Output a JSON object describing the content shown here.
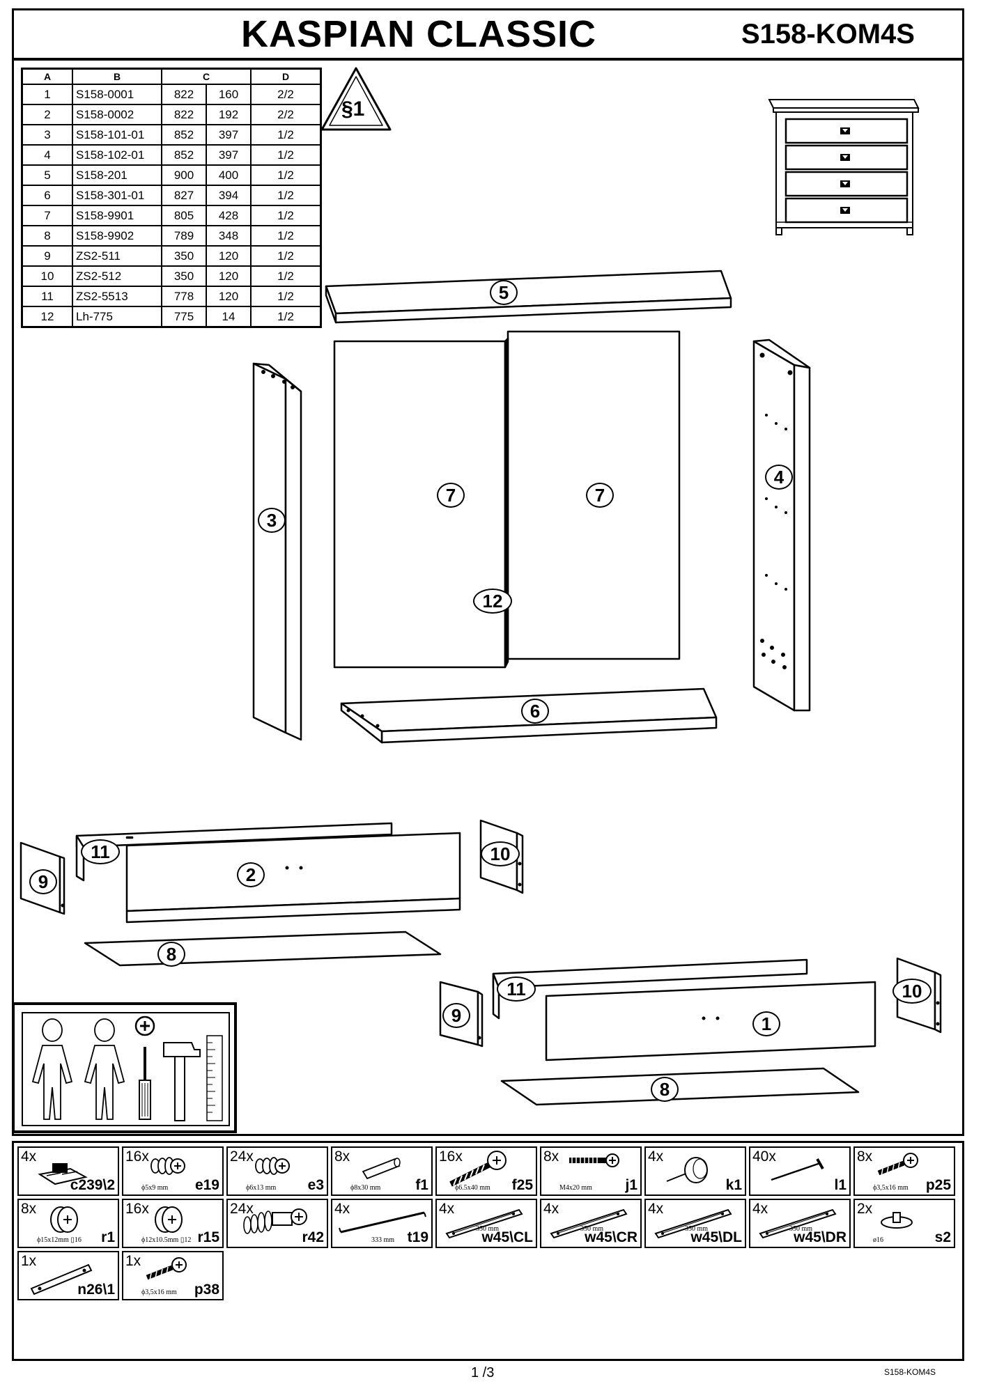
{
  "header": {
    "title": "KASPIAN CLASSIC",
    "code": "S158-KOM4S"
  },
  "parts_table": {
    "headers": [
      "A",
      "B",
      "C",
      "D"
    ],
    "rows": [
      {
        "a": "1",
        "b": "S158-0001",
        "c1": "822",
        "c2": "160",
        "d": "2/2"
      },
      {
        "a": "2",
        "b": "S158-0002",
        "c1": "822",
        "c2": "192",
        "d": "2/2"
      },
      {
        "a": "3",
        "b": "S158-101-01",
        "c1": "852",
        "c2": "397",
        "d": "1/2"
      },
      {
        "a": "4",
        "b": "S158-102-01",
        "c1": "852",
        "c2": "397",
        "d": "1/2"
      },
      {
        "a": "5",
        "b": "S158-201",
        "c1": "900",
        "c2": "400",
        "d": "1/2"
      },
      {
        "a": "6",
        "b": "S158-301-01",
        "c1": "827",
        "c2": "394",
        "d": "1/2"
      },
      {
        "a": "7",
        "b": "S158-9901",
        "c1": "805",
        "c2": "428",
        "d": "1/2"
      },
      {
        "a": "8",
        "b": "S158-9902",
        "c1": "789",
        "c2": "348",
        "d": "1/2"
      },
      {
        "a": "9",
        "b": "ZS2-511",
        "c1": "350",
        "c2": "120",
        "d": "1/2"
      },
      {
        "a": "10",
        "b": "ZS2-512",
        "c1": "350",
        "c2": "120",
        "d": "1/2"
      },
      {
        "a": "11",
        "b": "ZS2-5513",
        "c1": "778",
        "c2": "120",
        "d": "1/2"
      },
      {
        "a": "12",
        "b": "Lh-775",
        "c1": "775",
        "c2": "14",
        "d": "1/2"
      }
    ]
  },
  "warning_symbol": "§1",
  "callouts": {
    "p5": "5",
    "p3": "3",
    "p7a": "7",
    "p7b": "7",
    "p4": "4",
    "p12": "12",
    "p6": "6",
    "d1_11": "11",
    "d1_9": "9",
    "d1_2": "2",
    "d1_10": "10",
    "d1_8": "8",
    "d2_11": "11",
    "d2_9": "9",
    "d2_1": "1",
    "d2_10": "10",
    "d2_8": "8"
  },
  "tools_box": {
    "icons": [
      "person-icon",
      "person-icon",
      "screwdriver-phillips-icon",
      "hammer-icon",
      "ruler-icon"
    ]
  },
  "hardware": [
    {
      "qty": "4x",
      "code": "c239\\2",
      "spec": "",
      "icon": "cam-plate-icon"
    },
    {
      "qty": "16x",
      "code": "e19",
      "spec": "ϕ5x9 mm",
      "icon": "dowel-anchor-icon"
    },
    {
      "qty": "24x",
      "code": "e3",
      "spec": "ϕ6x13 mm",
      "icon": "dowel-anchor-icon"
    },
    {
      "qty": "8x",
      "code": "f1",
      "spec": "ϕ8x30 mm",
      "icon": "wood-dowel-icon"
    },
    {
      "qty": "16x",
      "code": "f25",
      "spec": "ϕ6.5x40 mm",
      "icon": "confirmat-bolt-icon"
    },
    {
      "qty": "8x",
      "code": "j1",
      "spec": "M4x20 mm",
      "icon": "machine-screw-icon"
    },
    {
      "qty": "4x",
      "code": "k1",
      "spec": "",
      "icon": "furniture-glide-icon"
    },
    {
      "qty": "40x",
      "code": "l1",
      "spec": "",
      "icon": "nail-icon"
    },
    {
      "qty": "8x",
      "code": "p25",
      "spec": "ϕ3,5x16 mm",
      "icon": "wood-screw-icon"
    },
    {
      "qty": "8x",
      "code": "r1",
      "spec": "ϕ15x12mm  ▯16",
      "icon": "cam-lock-icon"
    },
    {
      "qty": "16x",
      "code": "r15",
      "spec": "ϕ12x10.5mm  ▯12",
      "icon": "cam-lock-icon"
    },
    {
      "qty": "24x",
      "code": "r42",
      "spec": "",
      "icon": "expansion-bolt-icon"
    },
    {
      "qty": "4x",
      "code": "t19",
      "spec": "333 mm",
      "icon": "back-strip-icon"
    },
    {
      "qty": "4x",
      "code": "w45\\CL",
      "spec": "350 mm",
      "icon": "drawer-slide-icon"
    },
    {
      "qty": "4x",
      "code": "w45\\CR",
      "spec": "350 mm",
      "icon": "drawer-slide-icon"
    },
    {
      "qty": "4x",
      "code": "w45\\DL",
      "spec": "350 mm",
      "icon": "drawer-slide-icon"
    },
    {
      "qty": "4x",
      "code": "w45\\DR",
      "spec": "350 mm",
      "icon": "drawer-slide-icon"
    },
    {
      "qty": "2x",
      "code": "s2",
      "spec": "ø16",
      "icon": "foot-pad-icon"
    },
    {
      "qty": "1x",
      "code": "n26\\1",
      "spec": "",
      "icon": "safety-strap-icon"
    },
    {
      "qty": "1x",
      "code": "p38",
      "spec": "ϕ3,5x16 mm",
      "icon": "wood-screw-icon"
    }
  ],
  "footer": {
    "page": "1 /3",
    "code": "S158-KOM4S"
  }
}
